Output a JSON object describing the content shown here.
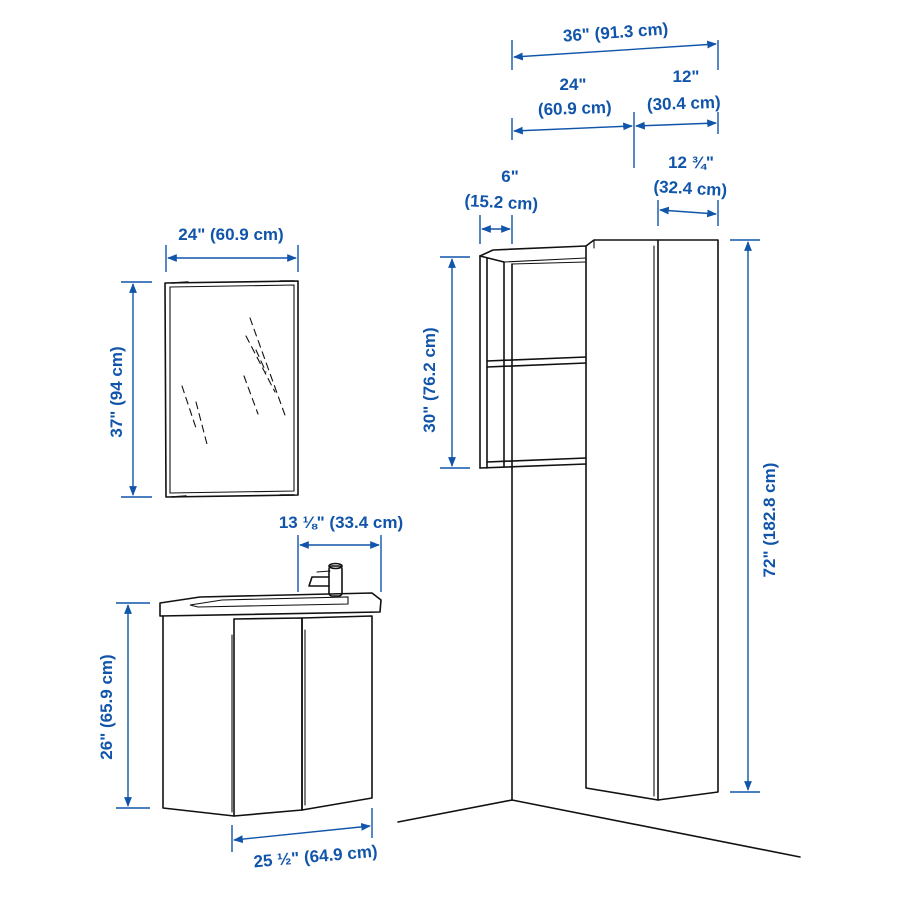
{
  "colors": {
    "dimension": "#1155aa",
    "line_art": "#111111",
    "background": "#ffffff"
  },
  "dimensions": {
    "total_width": "36\" (91.3 cm)",
    "open_shelf_width_in": "24\"",
    "open_shelf_width_cm": "(60.9 cm)",
    "high_cabinet_width_in": "12\"",
    "high_cabinet_width_cm": "(30.4 cm)",
    "shelf_depth_in": "6\"",
    "shelf_depth_cm": "(15.2 cm)",
    "cabinet_depth_in": "12 ¾\"",
    "cabinet_depth_cm": "(32.4 cm)",
    "mirror_width": "24\" (60.9 cm)",
    "mirror_height": "37\" (94 cm)",
    "shelf_height": "30\" (76.2 cm)",
    "cabinet_height": "72\" (182.8 cm)",
    "sink_depth": "13 ⅛\" (33.4 cm)",
    "vanity_height": "26\" (65.9 cm)",
    "vanity_width": "25 ½\" (64.9 cm)"
  }
}
